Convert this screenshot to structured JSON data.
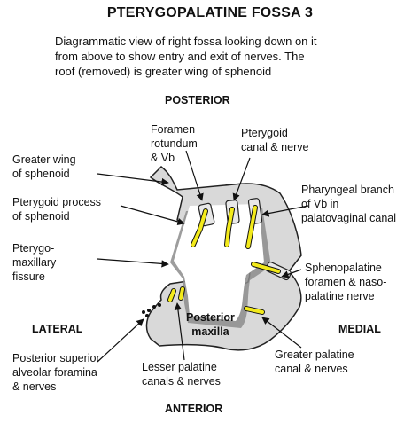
{
  "title": "PTERYGOPALATINE FOSSA 3",
  "intro": [
    "Diagrammatic view of right fossa looking down on it",
    "from above to show entry and exit of nerves. The",
    "roof (removed) is greater wing of sphenoid"
  ],
  "directions": {
    "posterior": "POSTERIOR",
    "anterior": "ANTERIOR",
    "lateral": "LATERAL",
    "medial": "MEDIAL"
  },
  "labels": {
    "foramen_rotundum": [
      "Foramen",
      "rotundum",
      "& Vb"
    ],
    "pterygoid_canal": [
      "Pterygoid",
      "canal & nerve"
    ],
    "greater_wing": [
      "Greater wing",
      "of sphenoid"
    ],
    "pterygoid_process": [
      "Pterygoid process",
      "of sphenoid"
    ],
    "pterygomaxillary_fissure": [
      "Pterygo-",
      "maxillary",
      "fissure"
    ],
    "pharyngeal_branch": [
      "Pharyngeal branch",
      "of Vb in",
      "palatovaginal canal"
    ],
    "sphenopalatine_foramen": [
      "Sphenopalatine",
      "foramen & naso-",
      "palatine nerve"
    ],
    "posterior_maxilla": [
      "Posterior",
      "maxilla"
    ],
    "posterior_superior_alveolar": [
      "Posterior superior",
      "alveolar foramina",
      "& nerves"
    ],
    "lesser_palatine": [
      "Lesser palatine",
      "canals & nerves"
    ],
    "greater_palatine": [
      "Greater palatine",
      "canal & nerves"
    ]
  },
  "colors": {
    "bone": "#d9d9d9",
    "bone_outline": "#222222",
    "nerve": "#f3ea1b",
    "canal": "#e8e8e8",
    "leader": "#111111"
  }
}
